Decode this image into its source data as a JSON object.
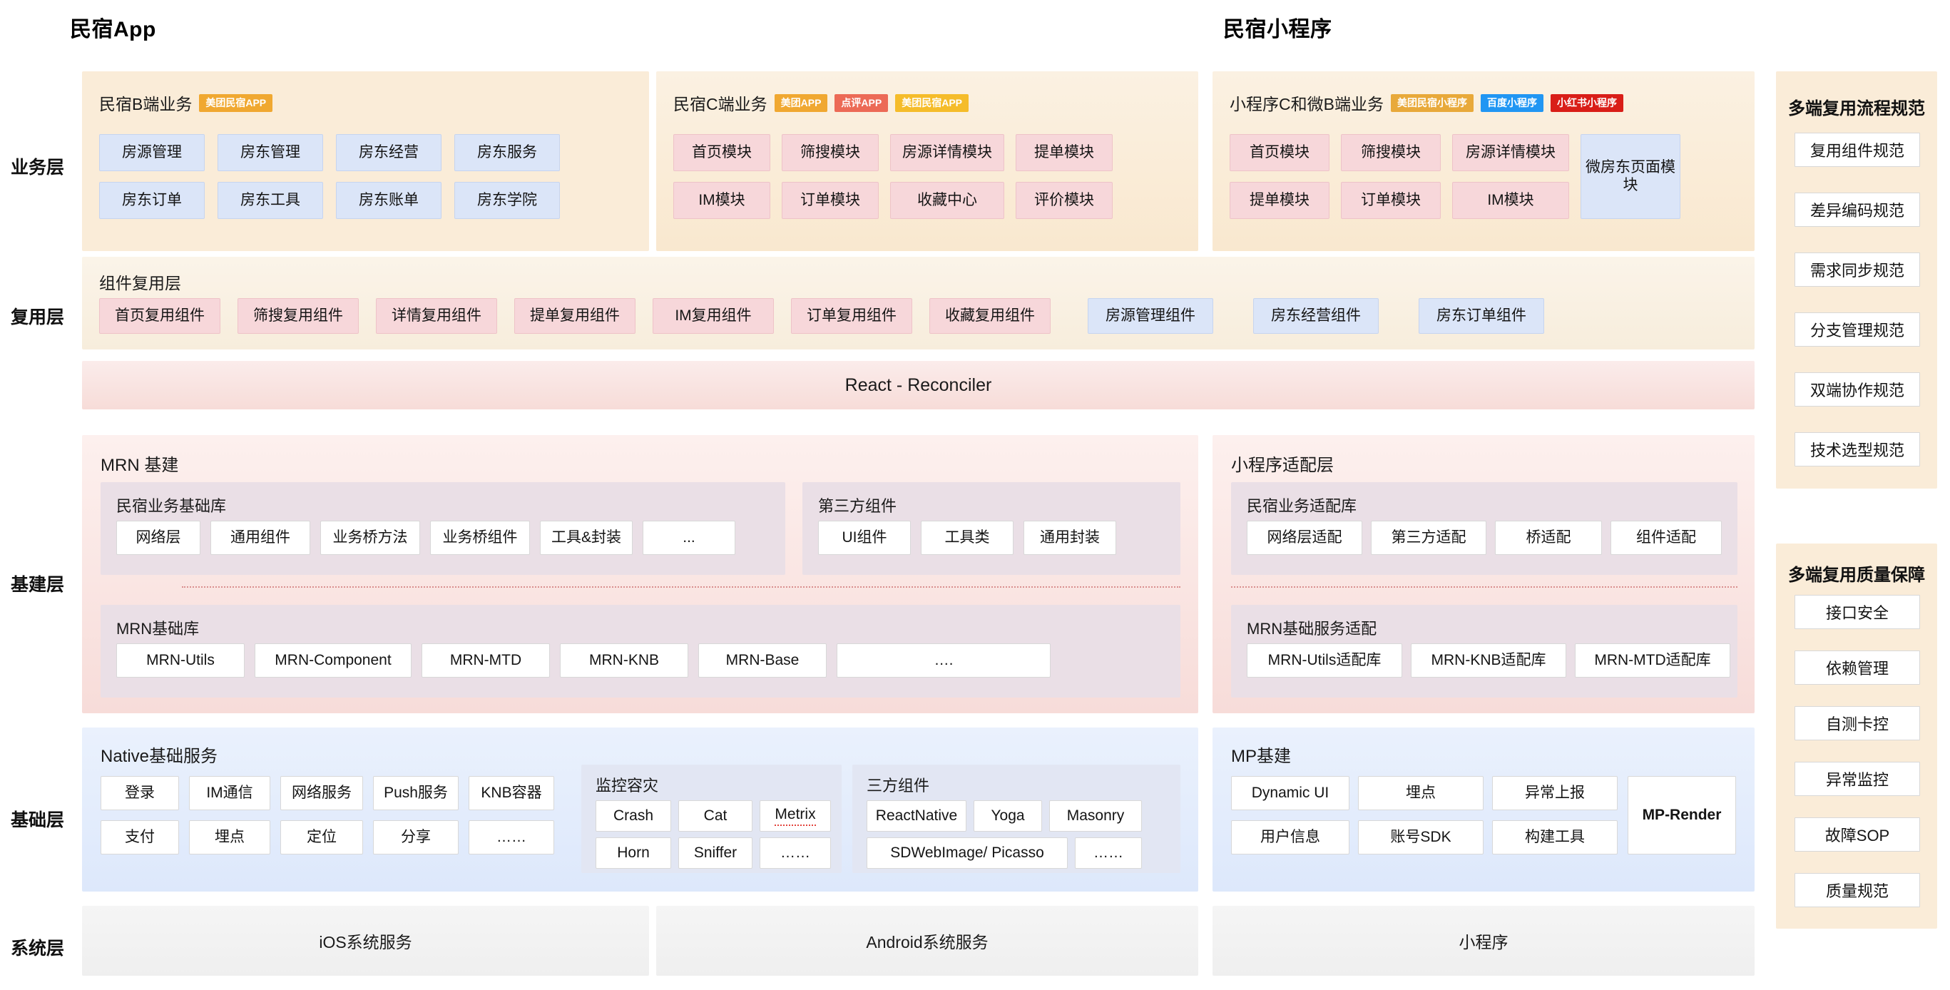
{
  "titles": {
    "app": "民宿App",
    "miniprogram": "民宿小程序"
  },
  "layers": [
    {
      "label": "业务层"
    },
    {
      "label": "复用层"
    },
    {
      "label": "基建层"
    },
    {
      "label": "基础层"
    },
    {
      "label": "系统层"
    }
  ],
  "business": {
    "b_side": {
      "title": "民宿B端业务",
      "badges": [
        {
          "text": "美团民宿APP",
          "color": "#f0a831"
        }
      ],
      "items": [
        "房源管理",
        "房东管理",
        "房东经营",
        "房东服务",
        "房东订单",
        "房东工具",
        "房东账单",
        "房东学院"
      ]
    },
    "c_side": {
      "title": "民宿C端业务",
      "badges": [
        {
          "text": "美团APP",
          "color": "#f0a831"
        },
        {
          "text": "点评APP",
          "color": "#ec6a56"
        },
        {
          "text": "美团民宿APP",
          "color": "#f5bc2a"
        }
      ],
      "items": [
        "首页模块",
        "筛搜模块",
        "房源详情模块",
        "提单模块",
        "IM模块",
        "订单模块",
        "收藏中心",
        "评价模块"
      ]
    },
    "mp_side": {
      "title": "小程序C和微B端业务",
      "badges": [
        {
          "text": "美团民宿小程序",
          "color": "#e8a93a"
        },
        {
          "text": "百度小程序",
          "color": "#2196f3"
        },
        {
          "text": "小红书小程序",
          "color": "#d91e18"
        }
      ],
      "items": [
        "首页模块",
        "筛搜模块",
        "房源详情模块",
        "提单模块",
        "订单模块",
        "IM模块"
      ],
      "tall_item": "微房东页面模块"
    }
  },
  "reuse": {
    "title": "组件复用层",
    "pink_items": [
      "首页复用组件",
      "筛搜复用组件",
      "详情复用组件",
      "提单复用组件",
      "IM复用组件",
      "订单复用组件",
      "收藏复用组件"
    ],
    "blue_items": [
      "房源管理组件",
      "房东经营组件",
      "房东订单组件"
    ]
  },
  "react_bar": {
    "label": "React - Reconciler"
  },
  "infra": {
    "mrn": {
      "title": "MRN 基建",
      "biz_lib": {
        "title": "民宿业务基础库",
        "items": [
          "网络层",
          "通用组件",
          "业务桥方法",
          "业务桥组件",
          "工具&封装",
          "..."
        ]
      },
      "third_party": {
        "title": "第三方组件",
        "items": [
          "UI组件",
          "工具类",
          "通用封装"
        ]
      },
      "base_lib": {
        "title": "MRN基础库",
        "items": [
          "MRN-Utils",
          "MRN-Component",
          "MRN-MTD",
          "MRN-KNB",
          "MRN-Base",
          "…."
        ]
      }
    },
    "mp_adapter": {
      "title": "小程序适配层",
      "biz_adapter": {
        "title": "民宿业务适配库",
        "items": [
          "网络层适配",
          "第三方适配",
          "桥适配",
          "组件适配"
        ]
      },
      "service_adapter": {
        "title": "MRN基础服务适配",
        "items": [
          "MRN-Utils适配库",
          "MRN-KNB适配库",
          "MRN-MTD适配库"
        ]
      }
    }
  },
  "base": {
    "native": {
      "title": "Native基础服务",
      "items": [
        "登录",
        "IM通信",
        "网络服务",
        "Push服务",
        "KNB容器",
        "支付",
        "埋点",
        "定位",
        "分享",
        "……"
      ]
    },
    "monitor": {
      "title": "监控容灾",
      "items": [
        "Crash",
        "Cat",
        "Metrix",
        "Horn",
        "Sniffer",
        "……"
      ]
    },
    "third_party": {
      "title": "三方组件",
      "items": [
        "ReactNative",
        "Yoga",
        "Masonry",
        "SDWebImage/ Picasso",
        "……"
      ]
    },
    "mp": {
      "title": "MP基建",
      "items": [
        "Dynamic UI",
        "埋点",
        "异常上报",
        "用户信息",
        "账号SDK",
        "构建工具"
      ],
      "tall_item": "MP-Render"
    }
  },
  "system": {
    "items": [
      "iOS系统服务",
      "Android系统服务",
      "小程序"
    ]
  },
  "sidebar": {
    "process": {
      "title": "多端复用流程规范",
      "items": [
        "复用组件规范",
        "差异编码规范",
        "需求同步规范",
        "分支管理规范",
        "双端协作规范",
        "技术选型规范"
      ]
    },
    "quality": {
      "title": "多端复用质量保障",
      "items": [
        "接口安全",
        "依赖管理",
        "自测卡控",
        "异常监控",
        "故障SOP",
        "质量规范"
      ]
    }
  }
}
